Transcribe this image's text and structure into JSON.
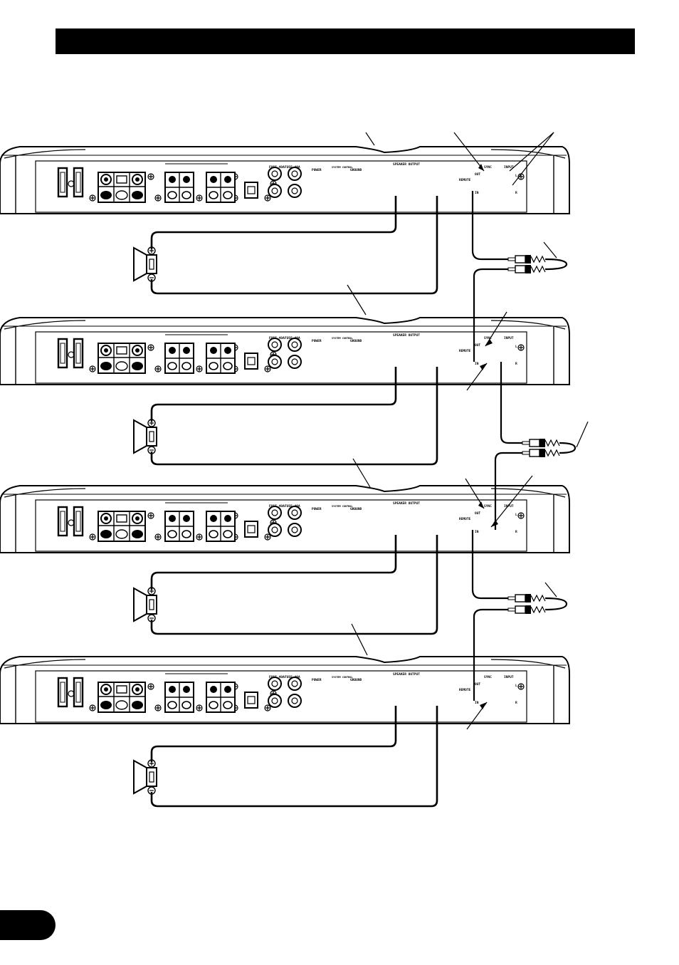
{
  "header": {
    "title": ""
  },
  "panel_labels": {
    "fuse_1": "FUSE 40A",
    "fuse_2": "FUSE 40A",
    "power": "POWER",
    "system_control": "SYSTEM CONTROL",
    "ground": "GROUND",
    "speaker_output": "SPEAKER OUTPUT",
    "remote": "REMOTE",
    "sync": "SYNC",
    "input": "INPUT",
    "input_l": "L",
    "input_r": "R",
    "sync_out": "OUT",
    "sync_in": "IN"
  },
  "page": {
    "number": ""
  },
  "colors": {
    "ink": "#000000",
    "paper": "#ffffff",
    "panel": "#f2f2f2"
  }
}
